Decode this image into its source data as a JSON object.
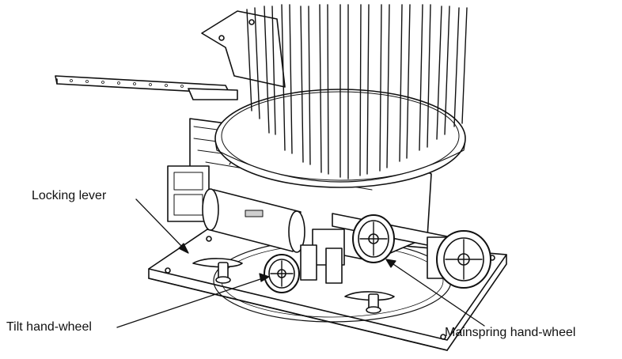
{
  "diagram": {
    "callouts": {
      "locking_lever": "Locking lever",
      "tilt_hand_wheel": "Tilt hand-wheel",
      "mainspring_hand_wheel": "Mainspring hand-wheel"
    },
    "colors": {
      "line": "#111111",
      "shade": "#cfcfcf",
      "background": "#ffffff"
    }
  }
}
